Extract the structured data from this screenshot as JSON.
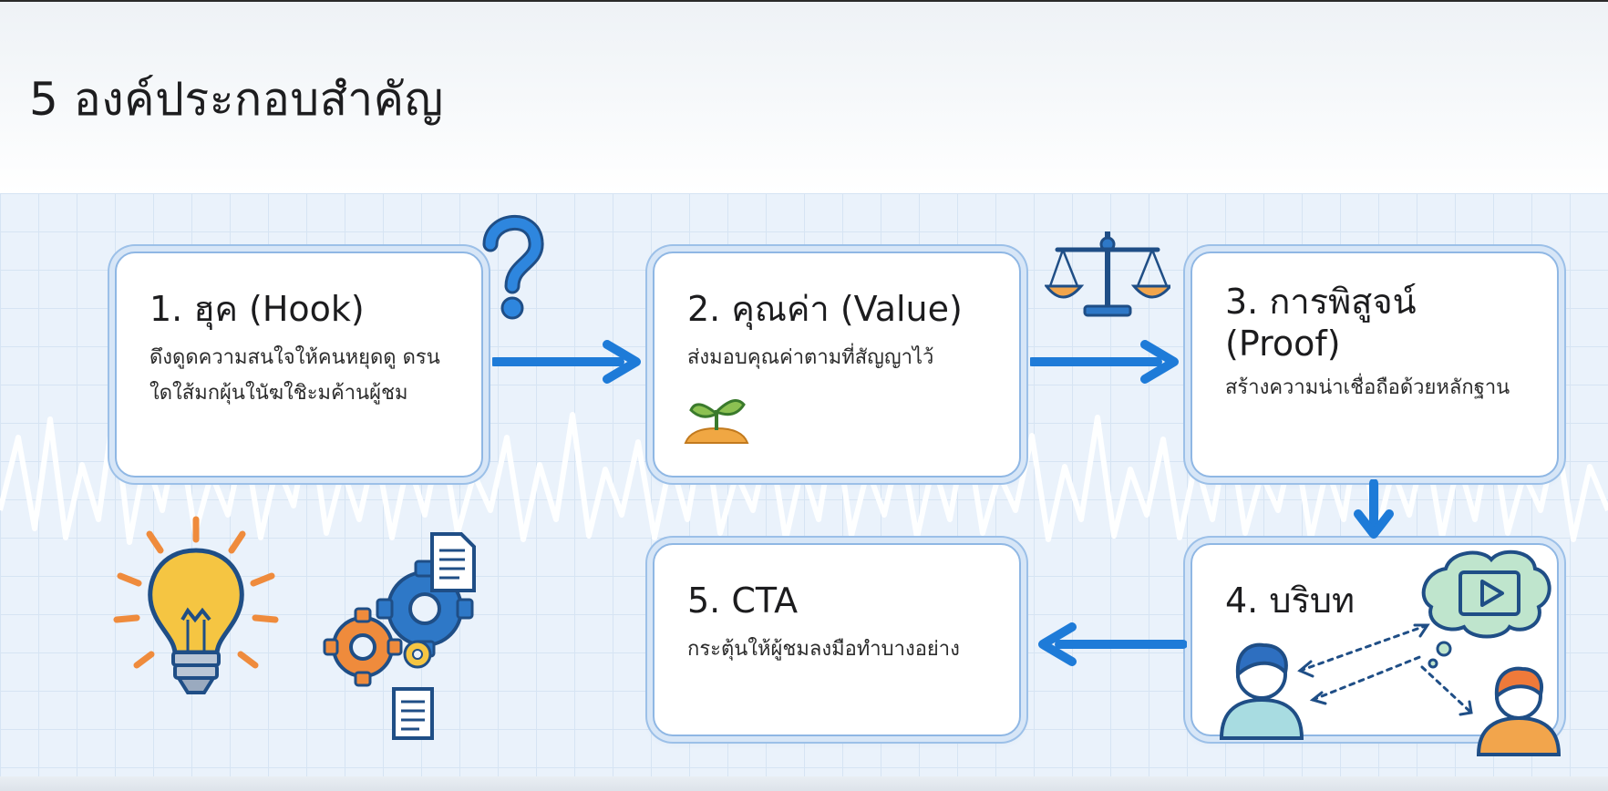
{
  "title": "5 องค์ประกอบสำคัญ",
  "steps": [
    {
      "heading": "1. ฮุค (Hook)",
      "text": "ดึงดูดความสนใจให้คนหยุดดู ดรนใดใส้มกผุ้นในัฆใชิะมค้านผู้ชม"
    },
    {
      "heading": "2. คุณค่า (Value)",
      "text": "ส่งมอบคุณค่าตามที่สัญญาไว้"
    },
    {
      "heading": "3. การพิสูจน์ (Proof)",
      "text": "สร้างความน่าเชื่อถือด้วยหลักฐาน"
    },
    {
      "heading": "4. บริบท",
      "text": ""
    },
    {
      "heading": "5. CTA",
      "text": "กระตุ้นให้ผู้ชมลงมือทำบางอย่าง"
    }
  ],
  "colors": {
    "arrow": "#1e7bd8",
    "card_border": "#8fb7e4",
    "grid_bg": "#eaf2fb",
    "icon_outline": "#1f4e86",
    "bulb_fill": "#f5c542",
    "gear_orange": "#ef8b3c",
    "gear_blue": "#2e78c7"
  },
  "icons": [
    "question-mark-icon",
    "balance-scale-icon",
    "seedling-icon",
    "lightbulb-icon",
    "gears-icon",
    "document-icon",
    "video-thought-bubble-icon",
    "person-icon"
  ]
}
